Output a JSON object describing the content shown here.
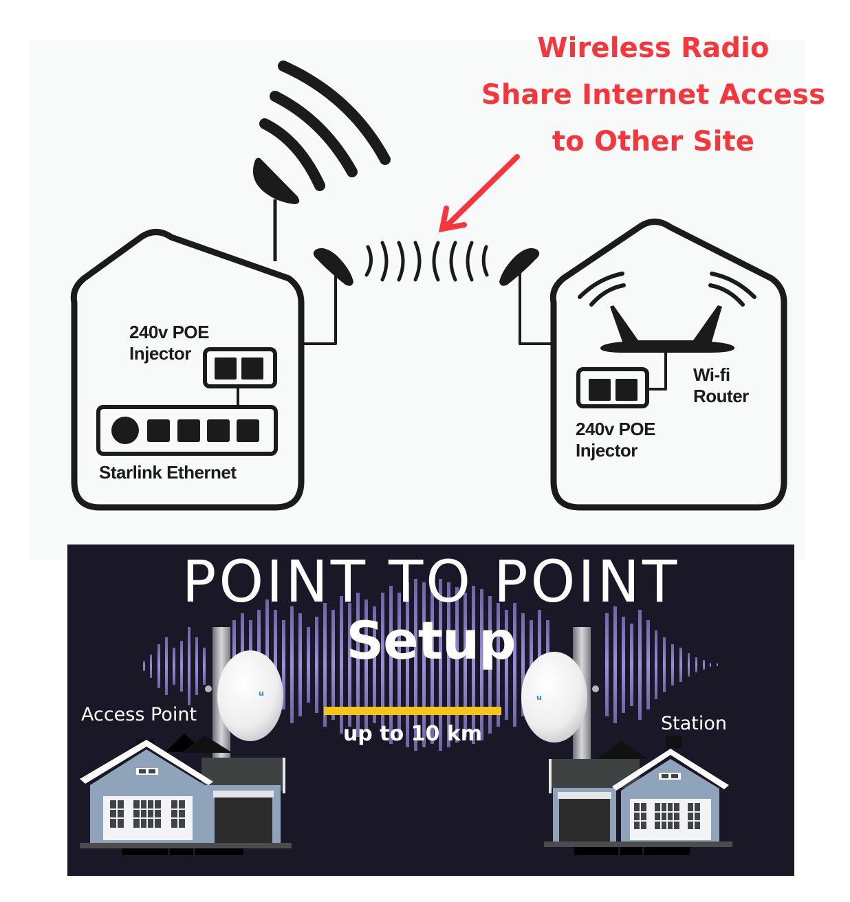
{
  "callout": {
    "lines": [
      "Wireless Radio",
      "Share Internet Access",
      "to Other Site"
    ],
    "color": "#f7353a"
  },
  "site_a": {
    "poe_label_line1": "240v POE",
    "poe_label_line2": "Injector",
    "ethernet_label": "Starlink Ethernet",
    "starlink_ports": 4
  },
  "site_b": {
    "router_label_line1": "Wi-fi",
    "router_label_line2": "Router",
    "poe_label_line1": "240v POE",
    "poe_label_line2": "Injector"
  },
  "banner": {
    "title": "POINT TO POINT",
    "subtitle": "Setup",
    "range_text": "up to 10 km",
    "left_label": "Access Point",
    "right_label": "Station",
    "background": "#1a1726",
    "bar_color": "#f5c518",
    "wave_color": "#8c80c4"
  },
  "icons": [
    "starlink-dish-icon",
    "signal-waves-icon",
    "radio-dish-icon",
    "poe-injector-icon",
    "ethernet-switch-icon",
    "wifi-router-icon",
    "red-arrow-icon",
    "house-icon",
    "antenna-dish-icon",
    "ubiquiti-logo-icon"
  ]
}
